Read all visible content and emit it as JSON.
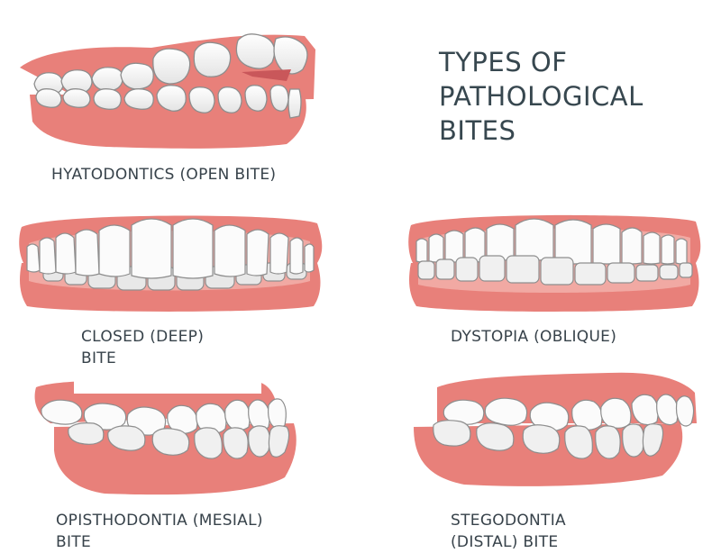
{
  "slide": {
    "title": "TYPES OF\nPATHOLOGICAL\nBITES",
    "colors": {
      "gum": "#E8807A",
      "gum_light": "#F1A9A3",
      "tooth": "#FAFAFA",
      "tooth_outline": "#8E8E8E",
      "tooth_shade": "#DCDCDC",
      "text": "#37424A"
    }
  },
  "panels": [
    {
      "id": "open-bite",
      "caption": "HYATODONTICS (OPEN BITE)"
    },
    {
      "id": "closed-deep-bite",
      "caption": "CLOSED (DEEP)\nBITE"
    },
    {
      "id": "dystopia-oblique",
      "caption": "DYSTOPIA (OBLIQUE)"
    },
    {
      "id": "opisthodontia-mesial",
      "caption": "OPISTHODONTIA (MESIAL)\nBITE"
    },
    {
      "id": "stegodontia-distal",
      "caption": "STEGODONTIA\n(DISTAL) BITE"
    }
  ]
}
